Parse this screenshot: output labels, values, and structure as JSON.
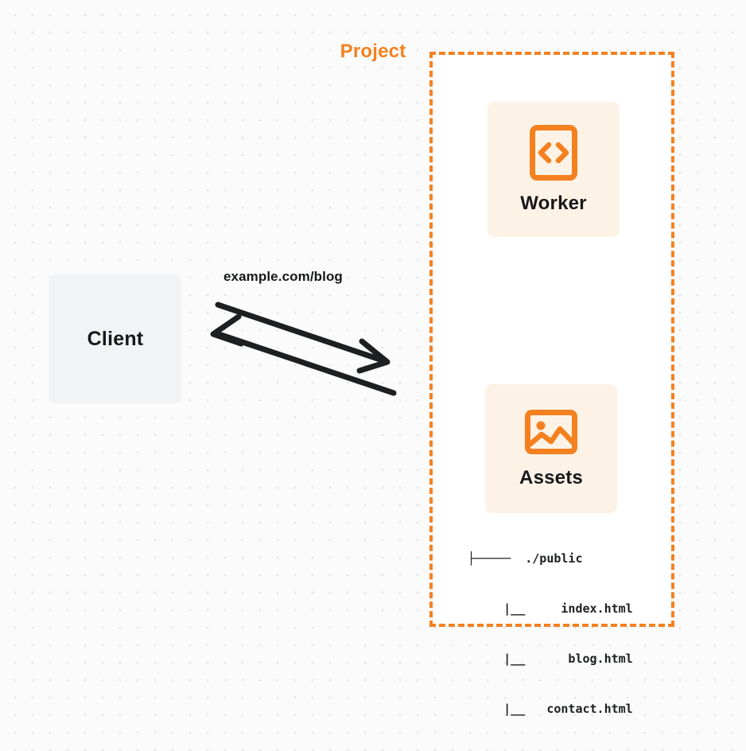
{
  "diagram": {
    "type": "architecture-flow",
    "background": {
      "color": "#fbfbfb",
      "dot_color": "#e6e6e6",
      "pattern": "dot-grid"
    },
    "accent_color": "#f48120",
    "nodes": {
      "client": {
        "label": "Client",
        "fill": "#f2f3f4",
        "text_color": "#17181a"
      },
      "project": {
        "label": "Project",
        "border_color": "#f48120",
        "border_style": "dashed",
        "fill": "#ffffff"
      },
      "worker": {
        "label": "Worker",
        "icon": "code-document-icon",
        "fill": "#fdf2e6",
        "icon_color": "#f48120"
      },
      "assets": {
        "label": "Assets",
        "icon": "image-icon",
        "fill": "#fdf2e6",
        "icon_color": "#f48120"
      }
    },
    "edges": {
      "client_project": {
        "label": "example.com/blog",
        "direction": "bidirectional",
        "color": "#17181a"
      }
    },
    "file_tree": {
      "rows": [
        "├─────  ./public",
        "     |__     index.html",
        "     |__      blog.html",
        "     |__   contact.html"
      ]
    }
  }
}
